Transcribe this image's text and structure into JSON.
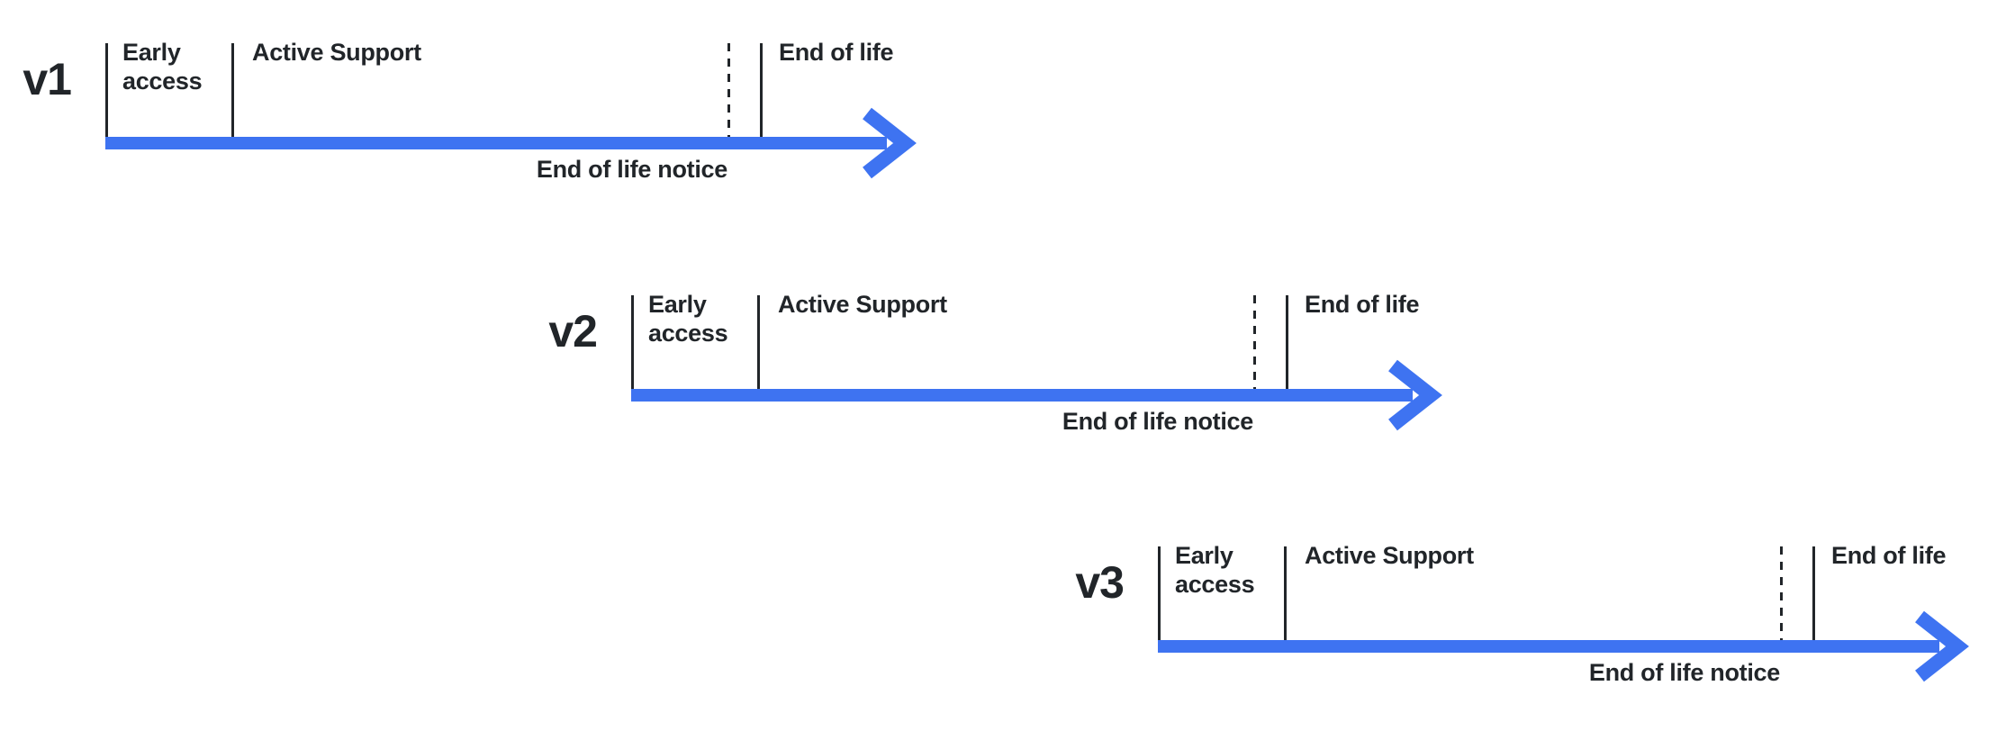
{
  "diagram": {
    "colors": {
      "background": "#ffffff",
      "arrow_blue": "#3E73F1",
      "text_ink": "#212529"
    },
    "icons": {
      "arrow_right": "chevron-right arrowhead"
    },
    "timelines": [
      {
        "version": "v1",
        "phases": {
          "early_access": "Early\naccess",
          "active_support": "Active Support",
          "end_of_life": "End of life",
          "end_of_life_notice": "End of life notice"
        }
      },
      {
        "version": "v2",
        "phases": {
          "early_access": "Early\naccess",
          "active_support": "Active Support",
          "end_of_life": "End of life",
          "end_of_life_notice": "End of life notice"
        }
      },
      {
        "version": "v3",
        "phases": {
          "early_access": "Early\naccess",
          "active_support": "Active Support",
          "end_of_life": "End of life",
          "end_of_life_notice": "End of life notice"
        }
      }
    ]
  }
}
